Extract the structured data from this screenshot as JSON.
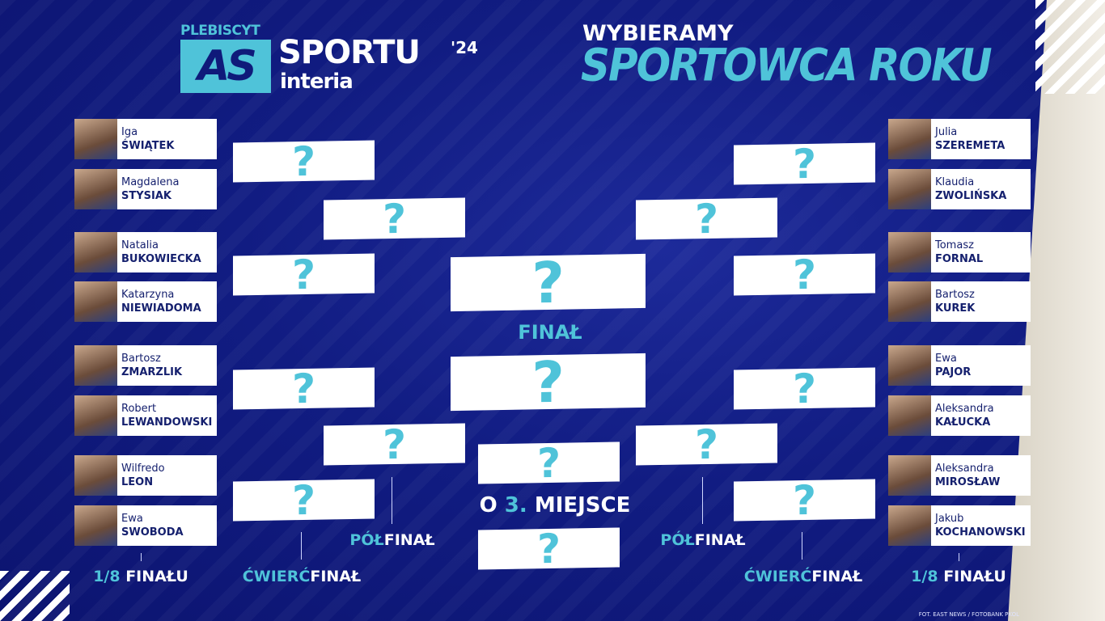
{
  "logo": {
    "pleb": "PLEBISCYT",
    "as": "AS",
    "sportu": "SPORTU",
    "year": "'24",
    "interia": "interia"
  },
  "header": {
    "line1": "WYBIERAMY",
    "line2": "SPORTOWCA ROKU"
  },
  "placeholder": "?",
  "left_players": [
    {
      "first": "Iga",
      "last": "ŚWIĄTEK"
    },
    {
      "first": "Magdalena",
      "last": "STYSIAK"
    },
    {
      "first": "Natalia",
      "last": "BUKOWIECKA"
    },
    {
      "first": "Katarzyna",
      "last": "NIEWIADOMA"
    },
    {
      "first": "Bartosz",
      "last": "ZMARZLIK"
    },
    {
      "first": "Robert",
      "last": "LEWANDOWSKI"
    },
    {
      "first": "Wilfredo",
      "last": "LEON"
    },
    {
      "first": "Ewa",
      "last": "SWOBODA"
    }
  ],
  "right_players": [
    {
      "first": "Julia",
      "last": "SZEREMETA"
    },
    {
      "first": "Klaudia",
      "last": "ZWOLIŃSKA"
    },
    {
      "first": "Tomasz",
      "last": "FORNAL"
    },
    {
      "first": "Bartosz",
      "last": "KUREK"
    },
    {
      "first": "Ewa",
      "last": "PAJOR"
    },
    {
      "first": "Aleksandra",
      "last": "KAŁUCKA"
    },
    {
      "first": "Aleksandra",
      "last": "MIROSŁAW"
    },
    {
      "first": "Jakub",
      "last": "KOCHANOWSKI"
    }
  ],
  "labels": {
    "r16_a": "1/8",
    "r16_b": "FINAŁU",
    "qf_a": "ĆWIERĆ",
    "qf_b": "FINAŁ",
    "sf_a": "PÓŁ",
    "sf_b": "FINAŁ",
    "final": "FINAŁ",
    "third_a": "O",
    "third_b": "3.",
    "third_c": "MIEJSCE"
  },
  "credit": "FOT. EAST NEWS / FOTOBANK PKOL",
  "colors": {
    "background": "#111c82",
    "accent": "#4fc3d9",
    "card": "#ffffff",
    "text": "#15206e"
  }
}
